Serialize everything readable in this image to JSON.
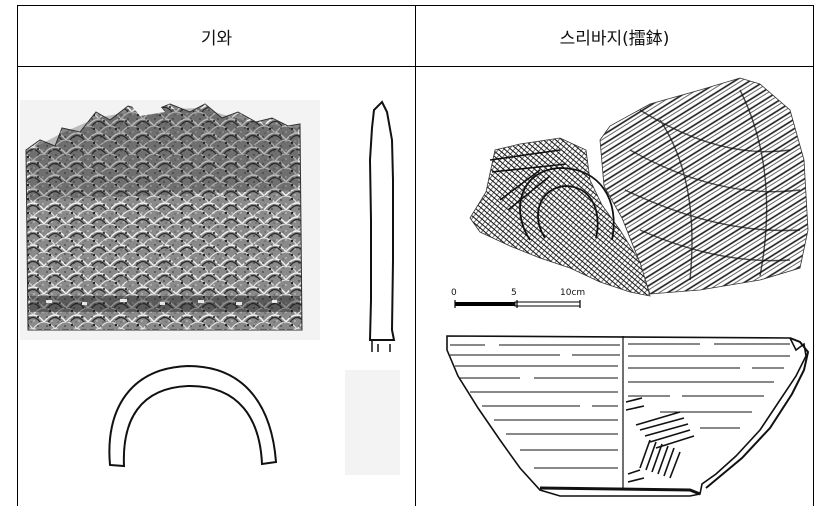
{
  "table": {
    "headers": [
      {
        "label": "기와"
      },
      {
        "label": "스리바지(擂鉢)"
      }
    ],
    "scale_bar": {
      "ticks": [
        "0",
        "5",
        "10cm"
      ]
    }
  }
}
